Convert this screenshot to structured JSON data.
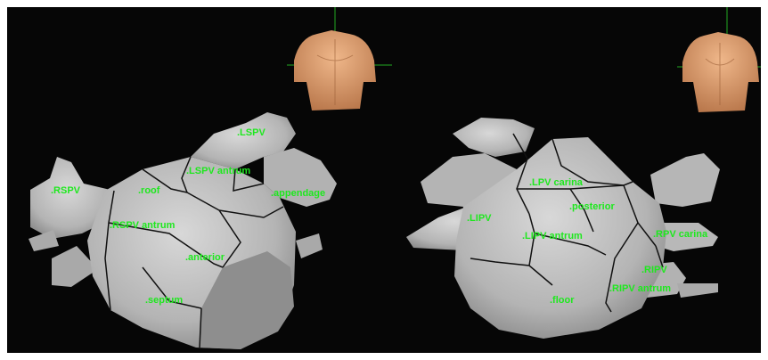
{
  "colors": {
    "background": "#060606",
    "frame": "#ffffff",
    "heart_surface": "#bdbdbd",
    "heart_shade": "#8e8e8e",
    "segment_line": "#111111",
    "label": "#1ee81e",
    "crosshair": "#22a822",
    "torso": "#d9996a"
  },
  "left_view": {
    "labels": {
      "lspv": ".LSPV",
      "lspv_antrum": ".LSPV antrum",
      "rspv": ".RSPV",
      "roof": ".roof",
      "appendage": ".appendage",
      "rspv_antrum": ".RSPV antrum",
      "anterior": ".anterior",
      "septum": ".septum"
    },
    "torso_icon": "torso-front-icon"
  },
  "right_view": {
    "labels": {
      "lipv": ".LIPV",
      "lpv_carina": ".LPV carina",
      "posterior": ".posterior",
      "lipv_antrum": ".LIPV antrum",
      "rpv_carina": ".RPV carina",
      "ripv": ".RIPV",
      "ripv_antrum": ".RIPV antrum",
      "floor": ".floor"
    },
    "torso_icon": "torso-back-icon"
  }
}
